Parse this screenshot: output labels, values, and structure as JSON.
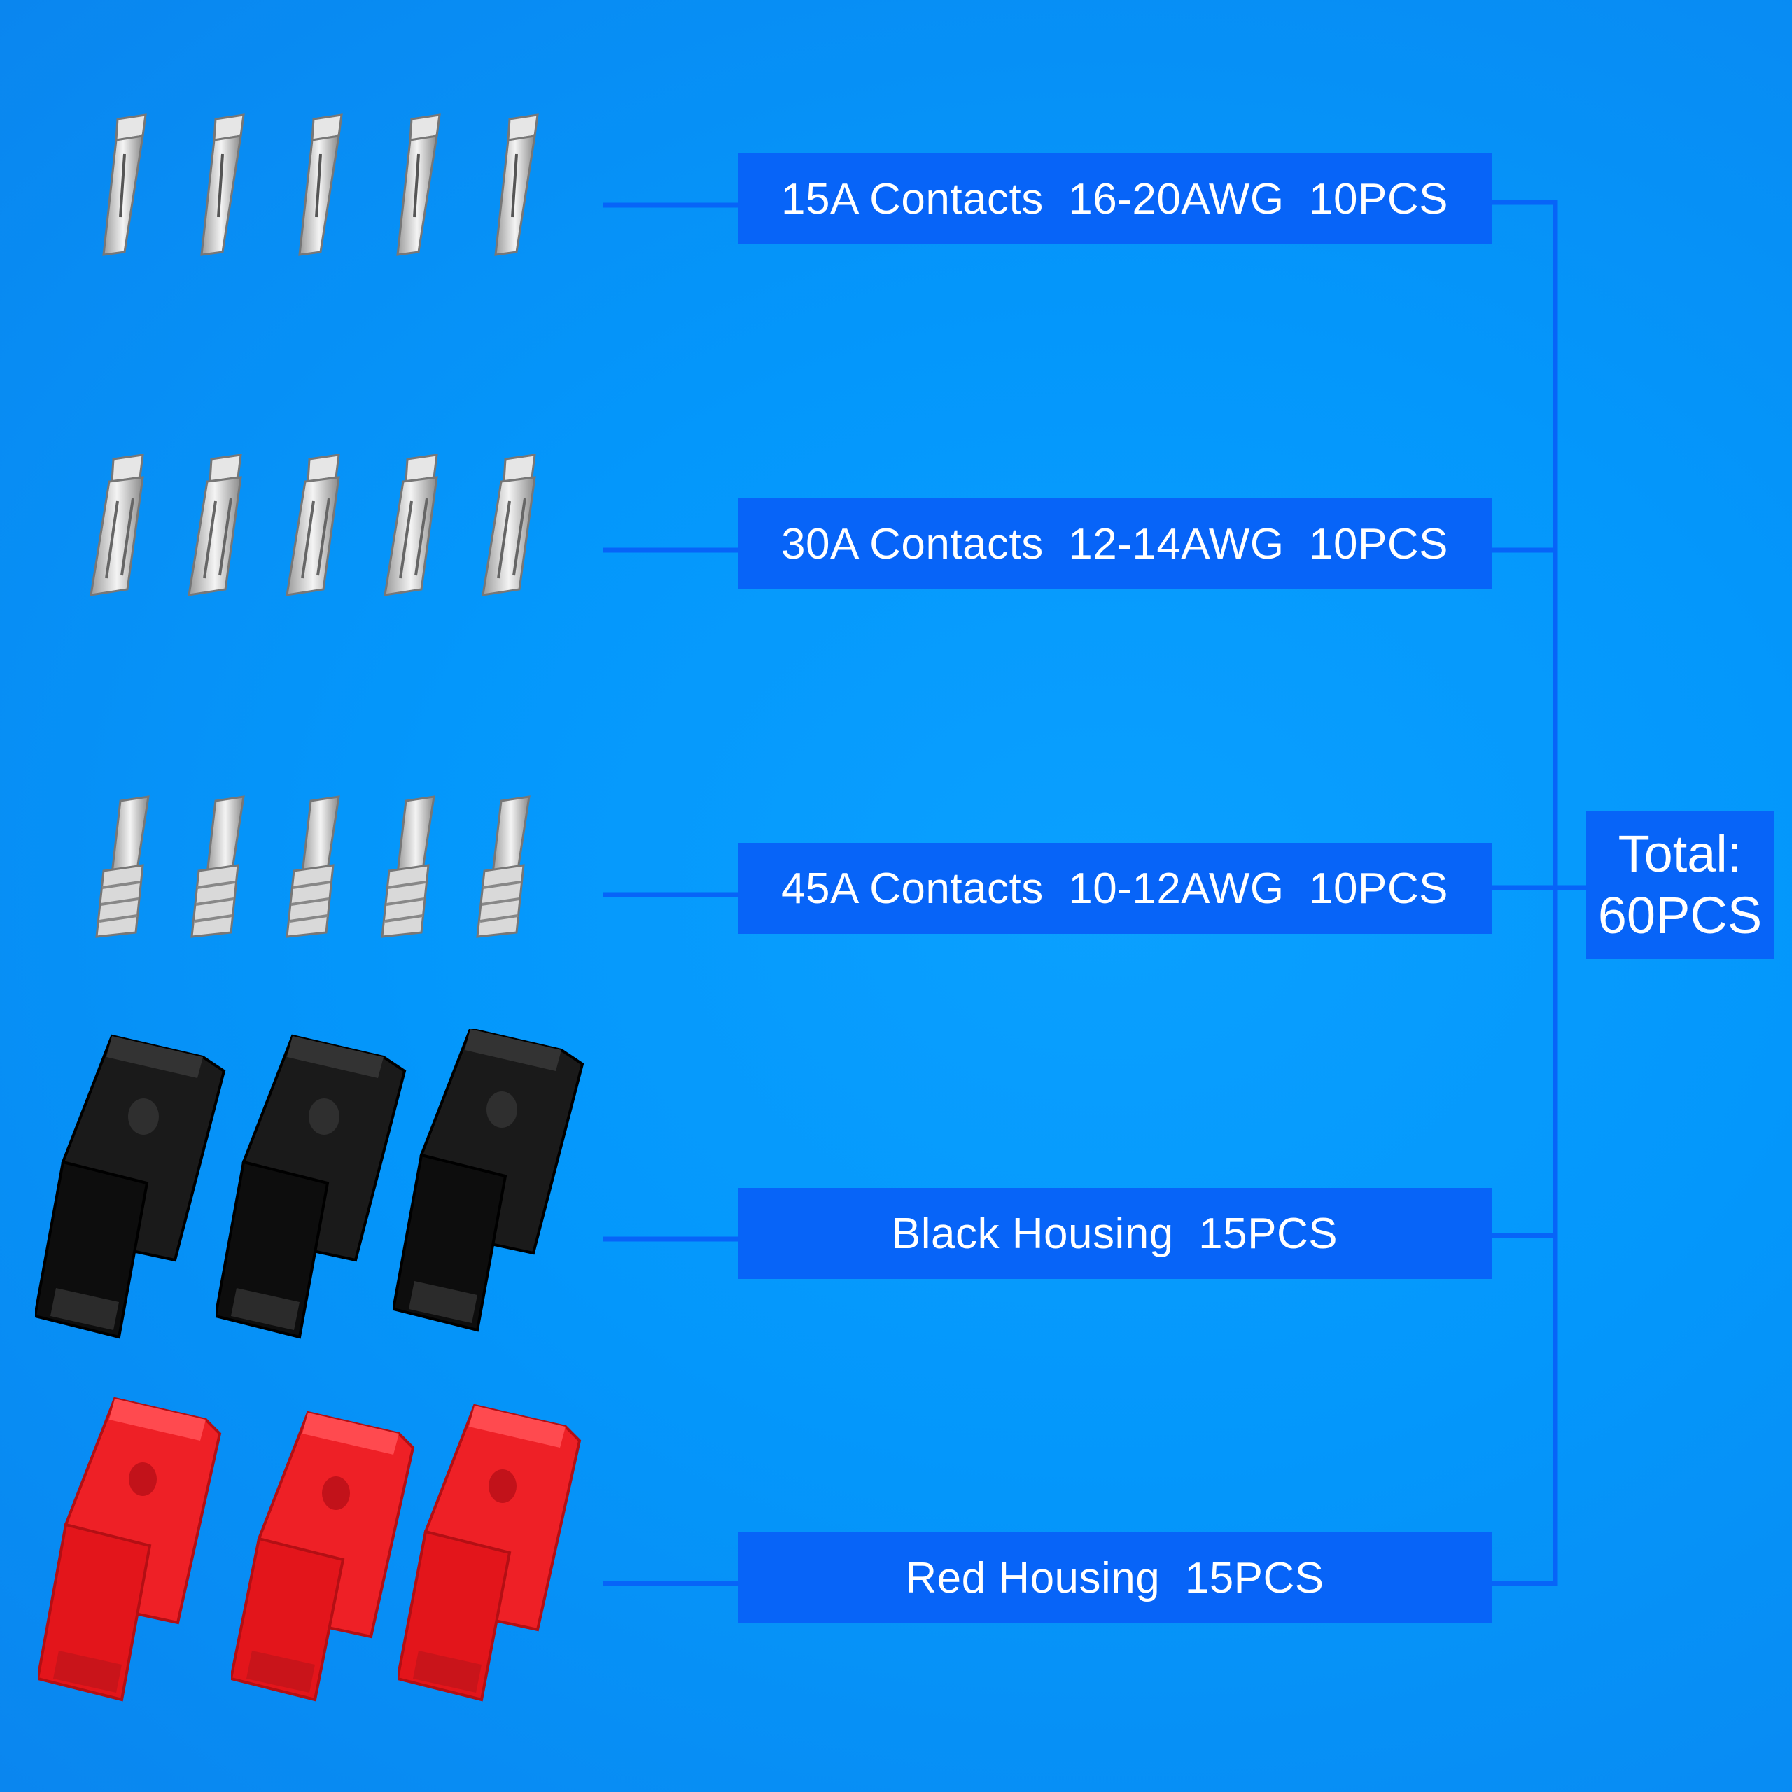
{
  "rows": [
    {
      "label": "15A Contacts  16-20AWG  10PCS",
      "icon": "pin-contact-icon",
      "count_shown": 5
    },
    {
      "label": "30A Contacts  12-14AWG  10PCS",
      "icon": "crimp-contact-icon",
      "count_shown": 5
    },
    {
      "label": "45A Contacts  10-12AWG  10PCS",
      "icon": "barrel-contact-icon",
      "count_shown": 5
    },
    {
      "label": "Black Housing  15PCS",
      "icon": "connector-housing-icon",
      "count_shown": 3
    },
    {
      "label": "Red Housing  15PCS",
      "icon": "connector-housing-icon",
      "count_shown": 3
    }
  ],
  "total": {
    "line1": "Total:",
    "line2": "60PCS"
  },
  "colors": {
    "background": "#0497fb",
    "label_box": "#0764f8",
    "connector_line": "#0764f8",
    "black_housing": "#111111",
    "red_housing": "#e8161c",
    "metal": "#c8c8c8"
  }
}
